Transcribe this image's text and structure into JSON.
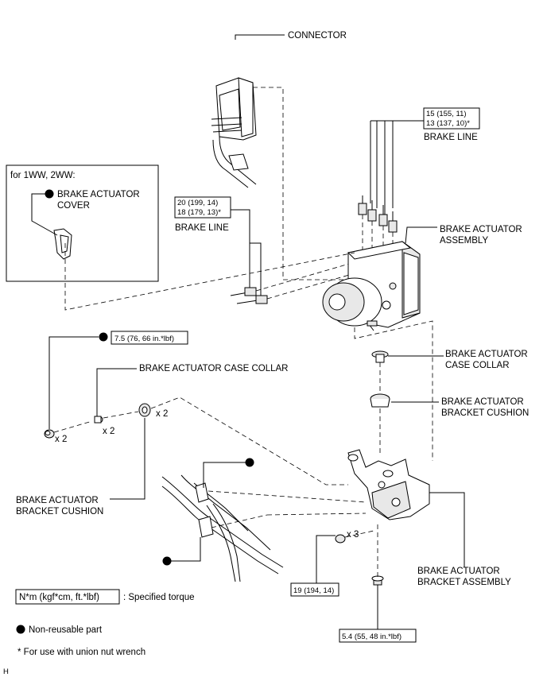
{
  "labels": {
    "connector": "CONNECTOR",
    "brake_line_top": "BRAKE LINE",
    "brake_line_left": "BRAKE LINE",
    "actuator_assembly_1": "BRAKE ACTUATOR",
    "actuator_assembly_2": "ASSEMBLY",
    "case_collar_right_1": "BRAKE ACTUATOR",
    "case_collar_right_2": "CASE COLLAR",
    "case_collar_left": "BRAKE ACTUATOR CASE COLLAR",
    "cushion_right_1": "BRAKE ACTUATOR",
    "cushion_right_2": "BRACKET CUSHION",
    "cushion_left_1": "BRAKE ACTUATOR",
    "cushion_left_2": "BRACKET CUSHION",
    "bracket_assembly_1": "BRAKE ACTUATOR",
    "bracket_assembly_2": "BRACKET ASSEMBLY",
    "inset_title": "for 1WW, 2WW:",
    "inset_cover_1": "BRAKE ACTUATOR",
    "inset_cover_2": "COVER",
    "qty_x2_a": "x 2",
    "qty_x2_b": "x 2",
    "qty_x2_c": "x 2",
    "qty_x3": "x 3",
    "corner_mark": "H"
  },
  "torques": {
    "brake_line_top_1": "15 (155, 11)",
    "brake_line_top_2": "13 (137, 10)*",
    "brake_line_left_1": "20 (199, 14)",
    "brake_line_left_2": "18 (179, 13)*",
    "nut_left": "7.5 (76, 66 in.*lbf)",
    "nut_x3": "19 (194, 14)",
    "bolt_bottom": "5.4 (55, 48 in.*lbf)"
  },
  "legend": {
    "torque_box": "N*m (kgf*cm, ft.*lbf)",
    "torque_desc": ": Specified torque",
    "nonreusable": "Non-reusable part",
    "footnote": "* For use with union nut wrench"
  }
}
